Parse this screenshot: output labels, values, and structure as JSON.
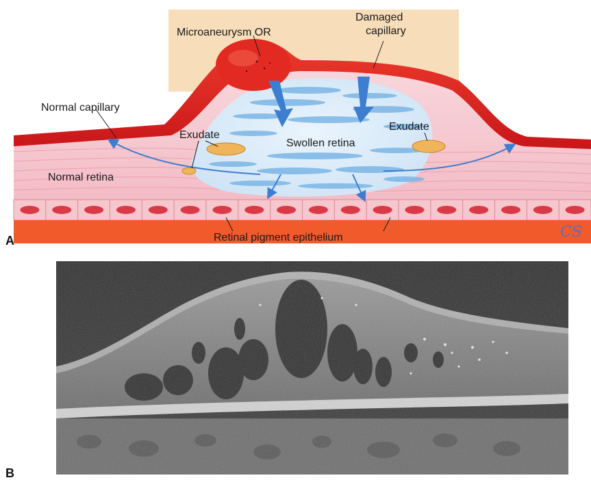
{
  "panel_a": {
    "letter": "A",
    "labels": {
      "microaneurysm": "Microaneurysm OR",
      "damaged_line1": "Damaged",
      "damaged_line2": "capillary",
      "normal_capillary": "Normal capillary",
      "exudate_left": "Exudate",
      "exudate_right": "Exudate",
      "swollen_retina": "Swollen retina",
      "normal_retina": "Normal retina",
      "rpe": "Retinal pigment epithelium"
    },
    "signature": "CS",
    "colors": {
      "capillary": "#e3231f",
      "retina": "#f6c9d0",
      "fluid": "#7cb6e6",
      "rpe_layer": "#f15a2a",
      "cell_nucleus": "#d83a48",
      "exudate": "#f0b45a",
      "arrow": "#3d7ed0"
    }
  },
  "panel_b": {
    "letter": "B"
  }
}
